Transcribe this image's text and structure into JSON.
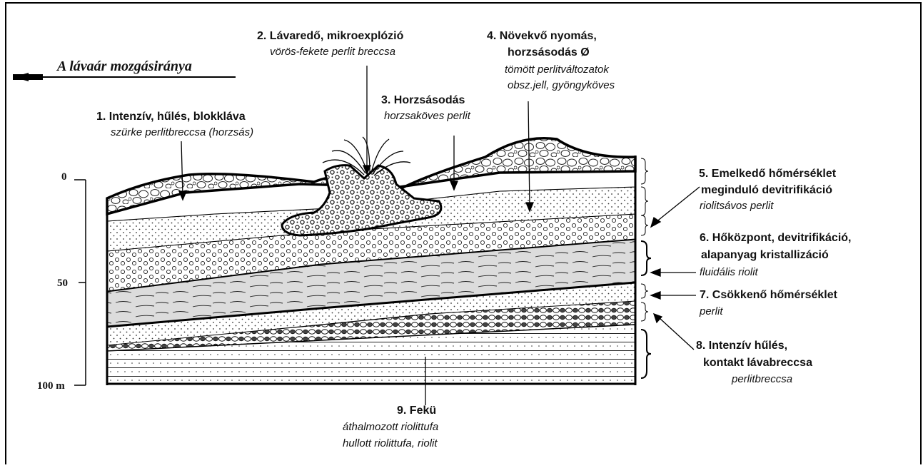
{
  "diagram": {
    "title": "A lávaár mozgásiránya",
    "scale": {
      "top": "0",
      "mid": "50",
      "bottom": "100 m"
    },
    "labels": [
      {
        "id": "l1",
        "heading": "1. Intenzív, hűlés, blokkláva",
        "sub": [
          "szürke perlitbreccsa (horzsás)"
        ]
      },
      {
        "id": "l2",
        "heading": "2. Lávaredő, mikroexplózió",
        "sub": [
          "vörös-fekete perlit breccsa"
        ]
      },
      {
        "id": "l3",
        "heading": "3. Horzsásodás",
        "sub": [
          "horzsaköves perlit"
        ]
      },
      {
        "id": "l4",
        "heading": "4. Növekvő nyomás,",
        "heading2": "horzsásodás Ø",
        "sub": [
          "tömött perlitváltozatok",
          "obsz.jell, gyöngyköves"
        ]
      },
      {
        "id": "l5",
        "heading": "5. Emelkedő hőmérséklet",
        "heading2": "meginduló devitrifikáció",
        "sub": [
          "riolitsávos perlit"
        ]
      },
      {
        "id": "l6",
        "heading": "6. Hőközpont, devitrifikáció,",
        "heading2": "alapanyag kristallizáció",
        "sub": [
          "fluidális riolit"
        ]
      },
      {
        "id": "l7",
        "heading": "7. Csökkenő hőmérséklet",
        "sub": [
          "perlit"
        ]
      },
      {
        "id": "l8",
        "heading": "8. Intenzív hűlés,",
        "heading2": "kontakt lávabreccsa",
        "sub": [
          "perlitbreccsa"
        ]
      },
      {
        "id": "l9",
        "heading": "9. Fekü",
        "sub": [
          "áthalmozott riolittufa",
          "hullott riolittufa, riolit"
        ]
      }
    ]
  }
}
